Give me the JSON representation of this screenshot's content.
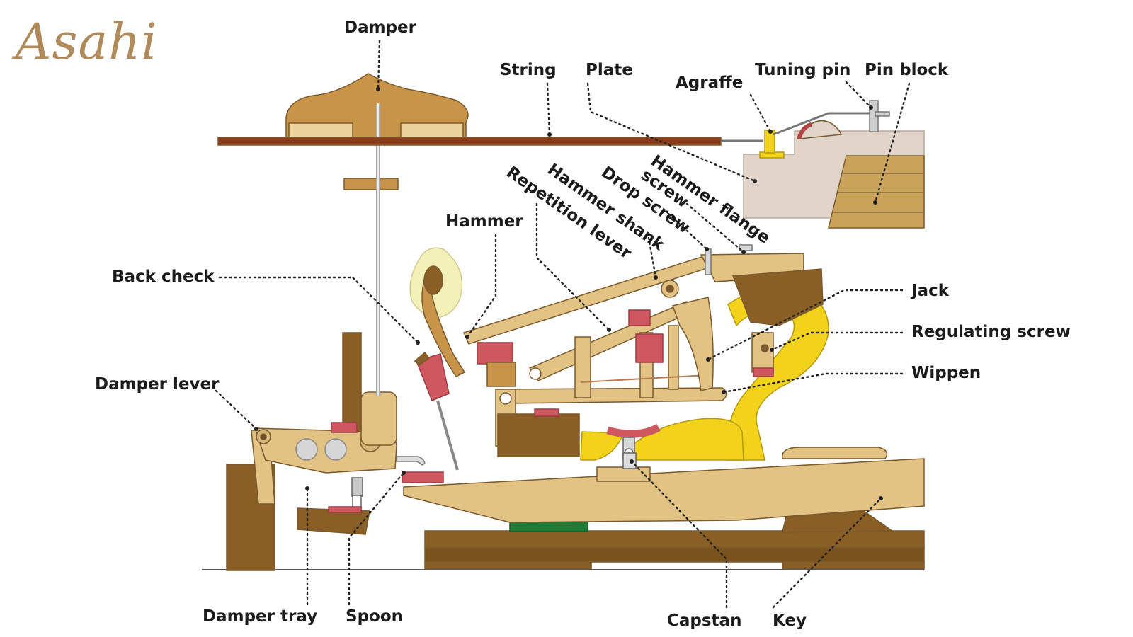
{
  "brand": {
    "logo_text": "Asahi"
  },
  "colors": {
    "light_wood": "#e3c383",
    "wood_outline": "#8a6a3c",
    "dark_wood": "#8a5f25",
    "mid_wood": "#c09a55",
    "felt_red": "#cf5760",
    "yellow": "#f3d21c",
    "plate": "#e1d4c8",
    "string": "#8a3b1a",
    "green": "#1f7a35",
    "hammer_head": "#f4f1b8",
    "leader": "#222222"
  },
  "labels": {
    "damper": "Damper",
    "string": "String",
    "plate": "Plate",
    "agraffe": "Agraffe",
    "tuning_pin": "Tuning pin",
    "pin_block": "Pin block",
    "hammer_flange_line1": "Hammer flange",
    "hammer_flange_line2": "screw",
    "drop_screw": "Drop screw",
    "hammer_shank": "Hammer shank",
    "repetition_lever": "Repetition lever",
    "hammer": "Hammer",
    "back_check": "Back check",
    "jack": "Jack",
    "regulating_screw": "Regulating screw",
    "wippen": "Wippen",
    "damper_lever": "Damper lever",
    "damper_tray": "Damper tray",
    "spoon": "Spoon",
    "capstan": "Capstan",
    "key": "Key"
  }
}
